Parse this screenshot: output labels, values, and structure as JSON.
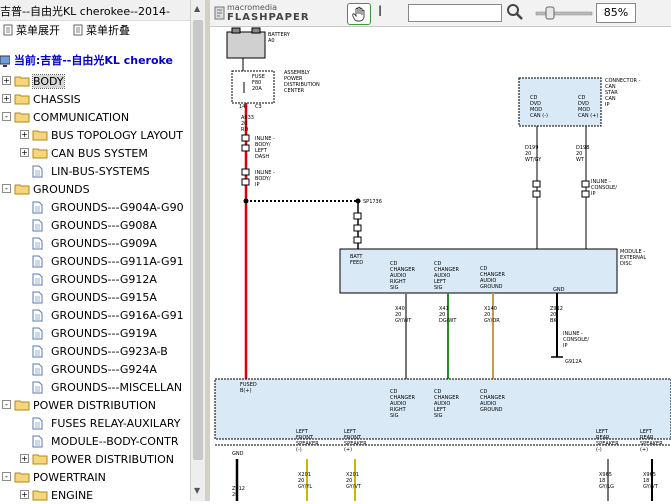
{
  "app": {
    "window_title": "吉普--自由光KL cherokee--2014-"
  },
  "menu": {
    "expand_label": "菜单展开",
    "collapse_label": "菜单折叠"
  },
  "current": {
    "label": "当前:吉普--自由光KL cheroke"
  },
  "tree": [
    {
      "label": "BODY",
      "type": "folder",
      "expander": "+",
      "selected": true
    },
    {
      "label": "CHASSIS",
      "type": "folder",
      "expander": "+"
    },
    {
      "label": "COMMUNICATION",
      "type": "folder",
      "expander": "-"
    },
    {
      "label": "BUS TOPOLOGY LAYOUT",
      "type": "folder",
      "expander": "+"
    },
    {
      "label": "CAN BUS SYSTEM",
      "type": "folder",
      "expander": "+"
    },
    {
      "label": "LIN-BUS-SYSTEMS",
      "type": "doc"
    },
    {
      "label": "GROUNDS",
      "type": "folder",
      "expander": "-"
    },
    {
      "label": "GROUNDS---G904A-G90",
      "type": "doc"
    },
    {
      "label": "GROUNDS---G908A",
      "type": "doc"
    },
    {
      "label": "GROUNDS---G909A",
      "type": "doc"
    },
    {
      "label": "GROUNDS---G911A-G91",
      "type": "doc"
    },
    {
      "label": "GROUNDS---G912A",
      "type": "doc"
    },
    {
      "label": "GROUNDS---G915A",
      "type": "doc"
    },
    {
      "label": "GROUNDS---G916A-G91",
      "type": "doc"
    },
    {
      "label": "GROUNDS---G919A",
      "type": "doc"
    },
    {
      "label": "GROUNDS---G923A-B",
      "type": "doc"
    },
    {
      "label": "GROUNDS---G924A",
      "type": "doc"
    },
    {
      "label": "GROUNDS---MISCELLAN",
      "type": "doc"
    },
    {
      "label": "POWER DISTRIBUTION",
      "type": "folder",
      "expander": "-"
    },
    {
      "label": "FUSES RELAY-AUXILARY",
      "type": "doc"
    },
    {
      "label": "MODULE--BODY-CONTR",
      "type": "doc"
    },
    {
      "label": "POWER DISTRIBUTION",
      "type": "folder",
      "expander": "+"
    },
    {
      "label": "POWERTRAIN",
      "type": "folder",
      "expander": "-"
    },
    {
      "label": "ENGINE",
      "type": "folder",
      "expander": "+"
    }
  ],
  "viewer": {
    "logo_top": "macromedia",
    "logo_bottom": "FLASHPAPER",
    "search_value": "",
    "zoom": "85%",
    "zoom_fraction": 0.25
  },
  "schematic": {
    "battery": "BATTERY\nA0",
    "pdc_fuse": "FUSE\nF80\n20A",
    "pdc_label": "ASSEMBLY\nPOWER\nDISTRIBUTION\nCENTER",
    "pdc_pin": "14",
    "pdc_conn": "C3",
    "wire_a": "A933\n20\nRD",
    "inline_body_dash": "INLINE -\nBODY/\nLEFT\nDASH",
    "inline_body_ip": "INLINE -\nBODY/\nIP",
    "splice": "SP1736",
    "can_star": "CONNECTOR -\nCAN\nSTAR\nCAN\nIP",
    "cd_dvd_can_minus": "CD\nDVD\nMOD\nCAN (-)",
    "cd_dvd_can_plus": "CD\nDVD\nMOD\nCAN (+)",
    "wire_d1": "D199\n20\nWT/GY",
    "wire_d2": "D198\n20\nWT",
    "inline_console_ip": "INLINE -\nCONSOLE/\nIP",
    "module_label": "MODULE -\nEXTERNAL\nDISC",
    "batt_feed": "BATT\nFEED",
    "cd_right": "CD\nCHANGER\nAUDIO\nRIGHT\nSIG",
    "cd_left": "CD\nCHANGER\nAUDIO\nLEFT\nSIG",
    "cd_ground": "CD\nCHANGER\nAUDIO\nGROUND",
    "gnd": "GND",
    "wire_x40": "X40\n20\nGY/WT",
    "wire_x41": "X41\n20\nDG/WT",
    "wire_x140": "X140\n20\nGY/OR",
    "wire_z912": "Z912\n20\nBK",
    "inline_console_ip2": "INLINE -\nCONSOLE/\nIP",
    "ground_g912": "G912A",
    "fused_b": "FUSED\nB(+)",
    "bottom_right": "CD\nCHANGER\nAUDIO\nRIGHT\nSIG",
    "bottom_left": "CD\nCHANGER\nAUDIO\nLEFT\nSIG",
    "bottom_ground": "CD\nCHANGER\nAUDIO\nGROUND",
    "lf_speaker1": "LEFT\nFRONT\nSPEAKER\n(-)",
    "lf_speaker2": "LEFT\nFRONT\nSPEAKER\n(+)",
    "lr_speaker1": "LEFT\nREAR\nSPEAKER\n(-)",
    "lr_speaker2": "LEFT\nREAR\nSPEAKER\n(+)",
    "gnd2": "GND",
    "wire_x201": "X201\n20\nGY/YL",
    "wire_x201b": "X201\n20\nGY/VT",
    "wire_x965": "X965\n18\nGY/LG",
    "wire_x965b": "X965\n18\nGY/VT",
    "wire_z912b": "Z912\n20"
  }
}
